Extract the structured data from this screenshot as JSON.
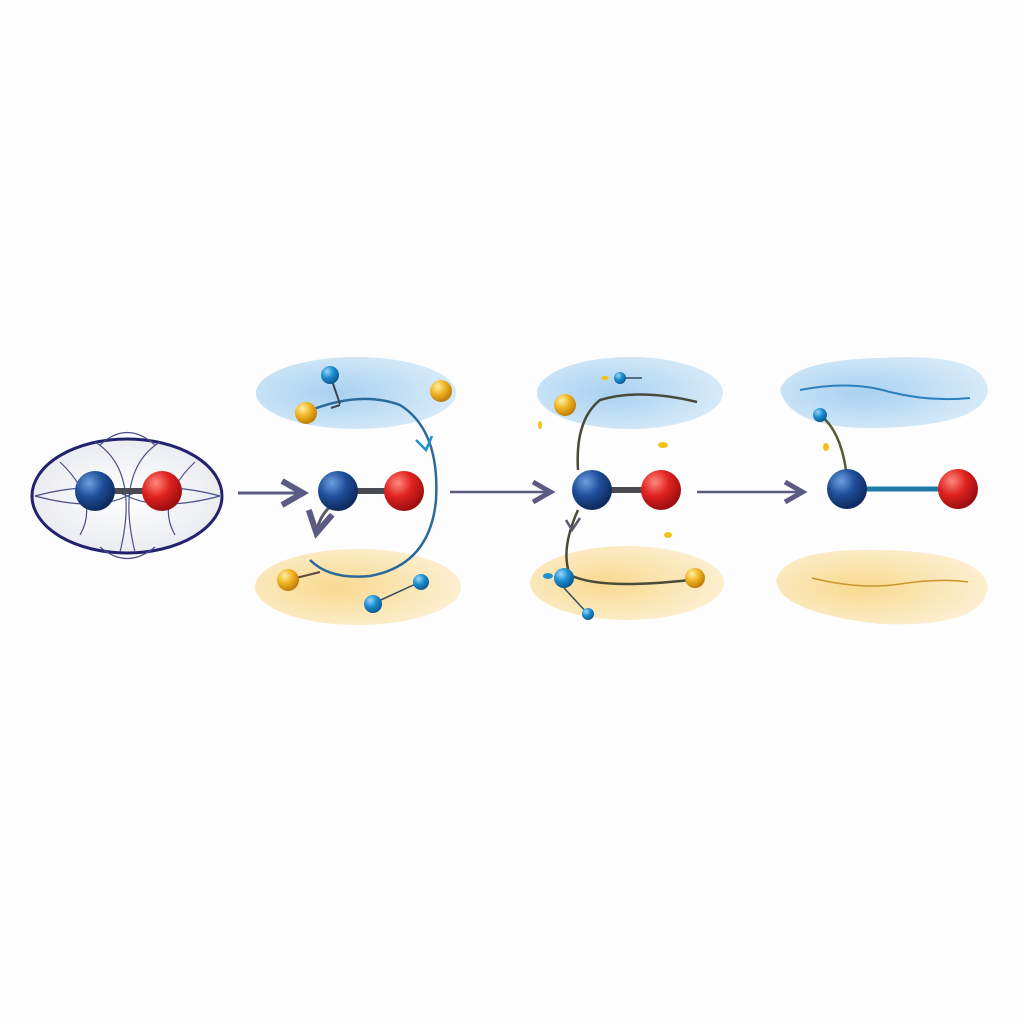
{
  "diagram": {
    "stages": [
      "initial-molecule",
      "stage-2",
      "stage-3",
      "stage-4"
    ],
    "colors": {
      "background": "#fdfdfd",
      "atom_blue": "#1f4f9a",
      "atom_red": "#e0221f",
      "atom_yellow": "#f0b423",
      "atom_light_blue": "#1e8fd0",
      "bond": "#4a4a52",
      "ellipse_outline": "#22226e",
      "top_region": "#bcdcf3",
      "bottom_region": "#f9dfa0",
      "arrow": "#5a5a82"
    }
  }
}
